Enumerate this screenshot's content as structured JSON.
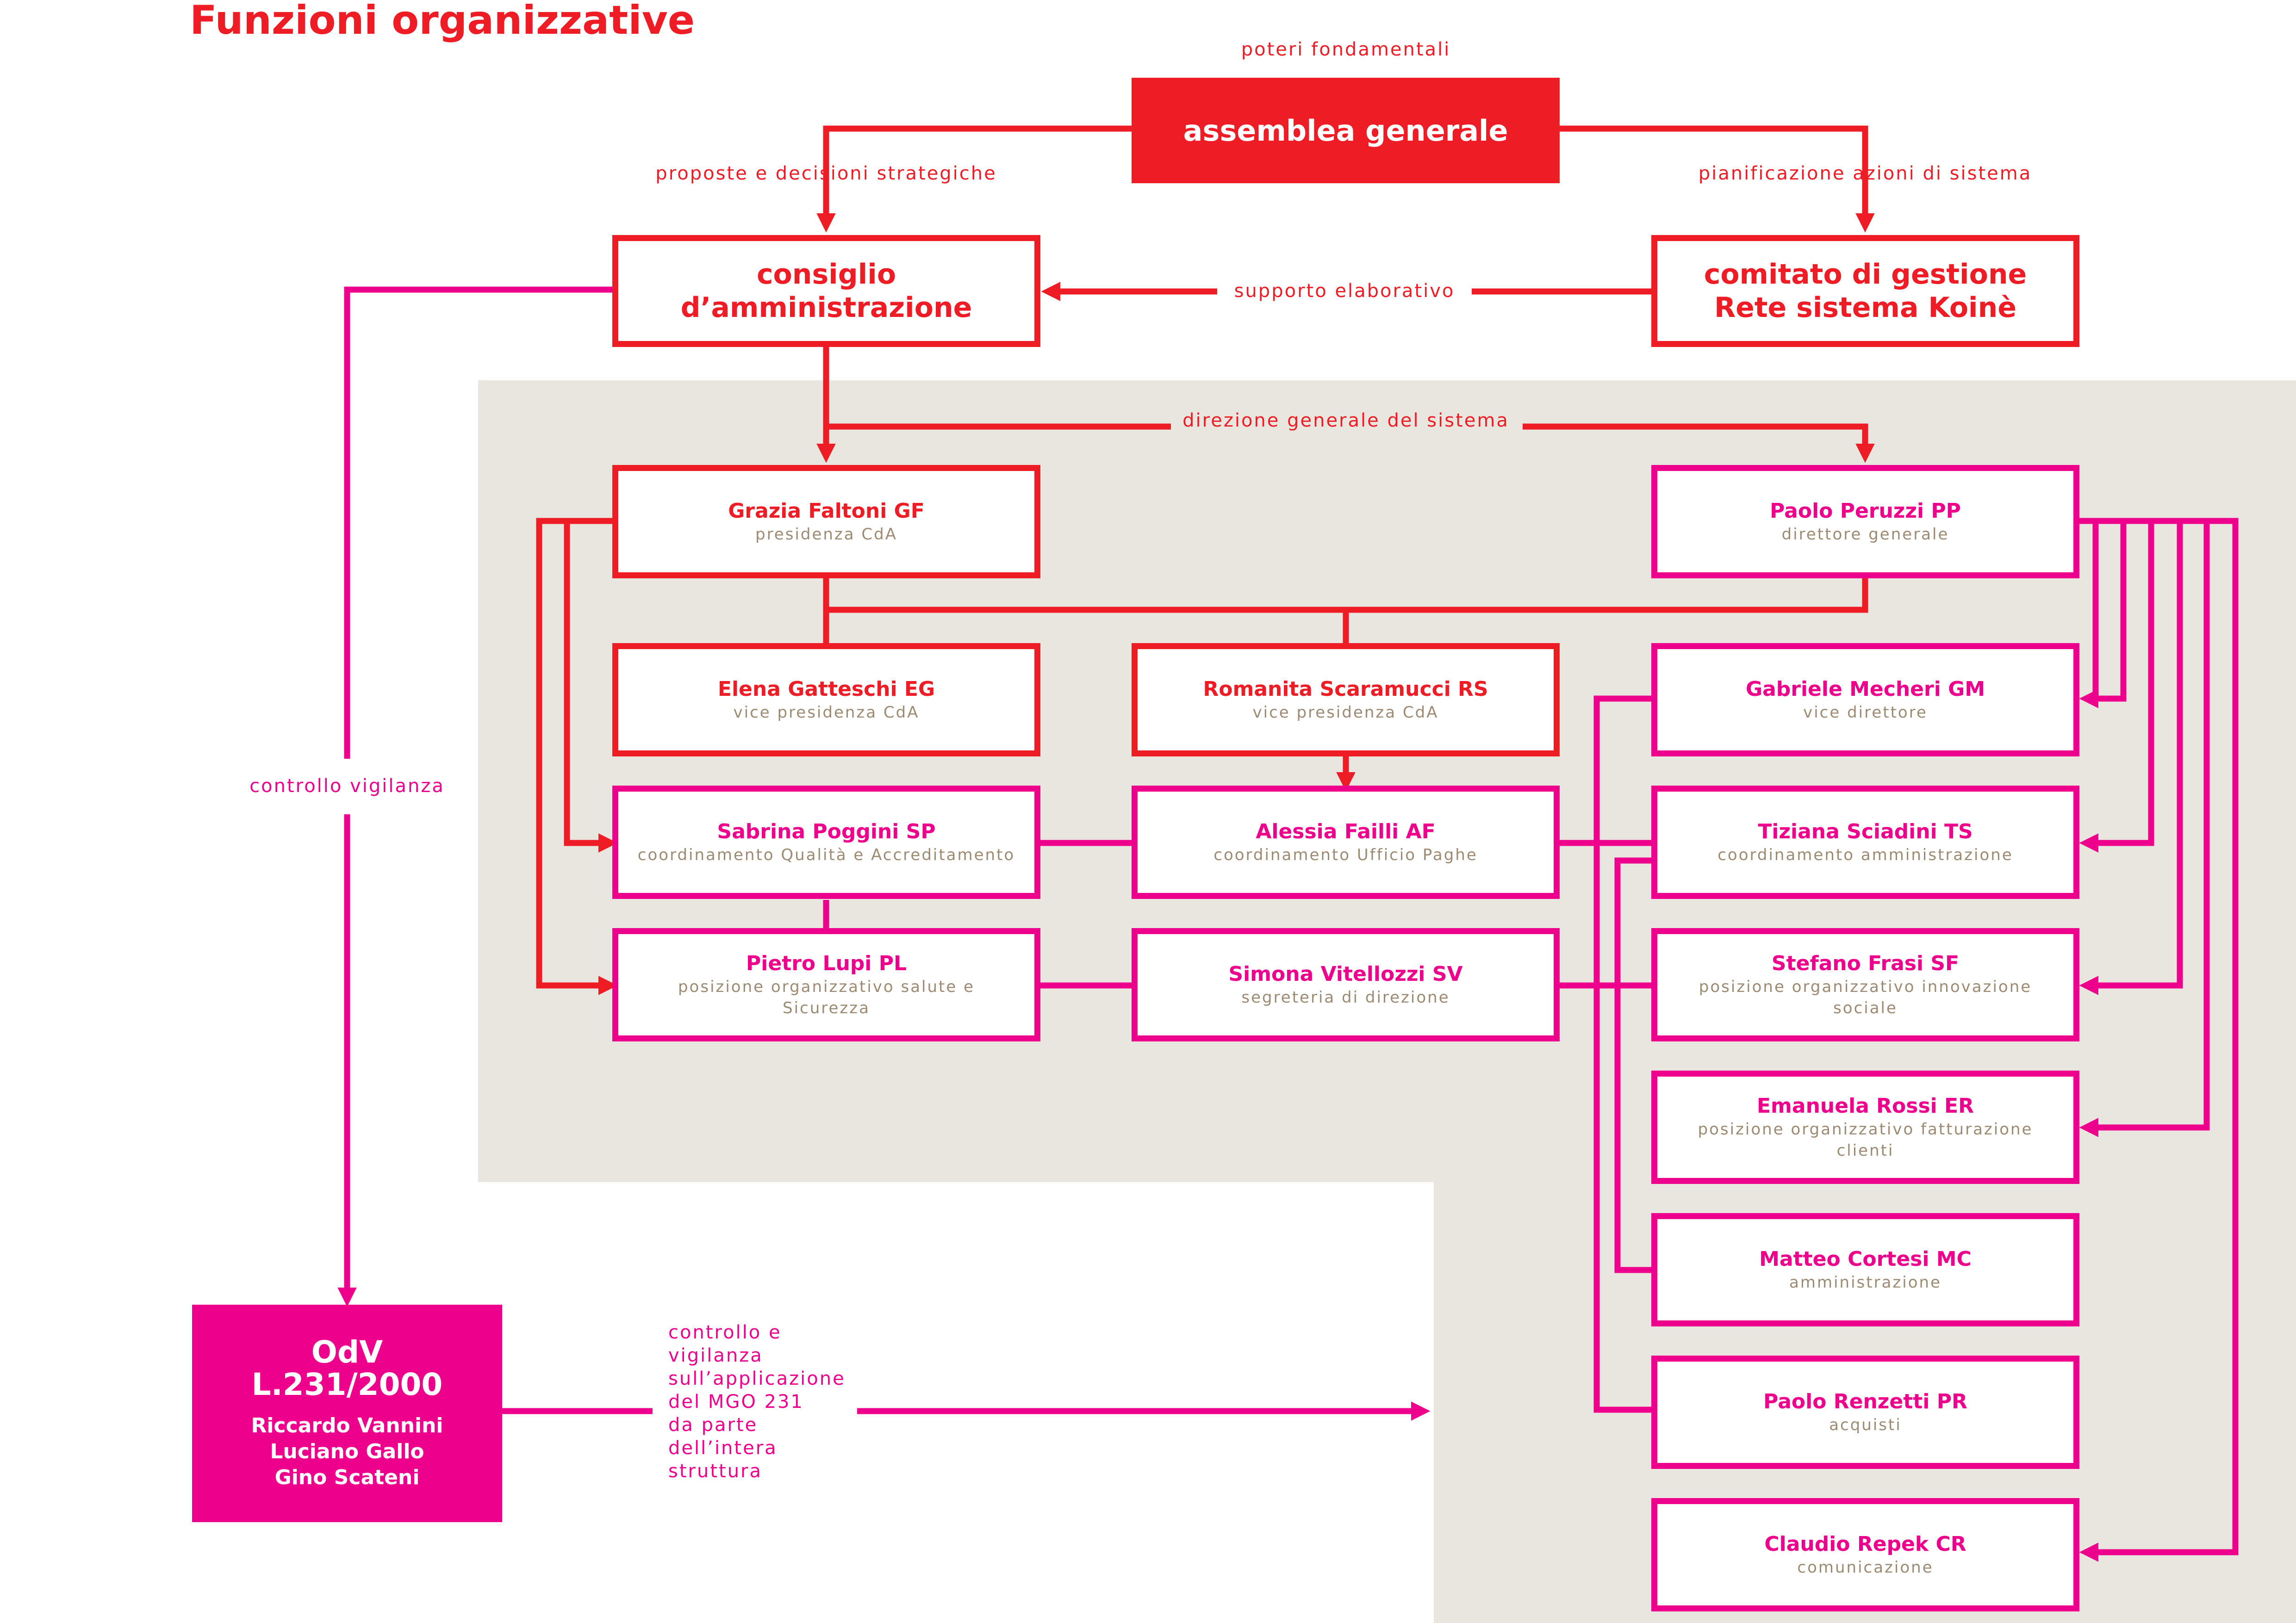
{
  "title": "Funzioni organizzative",
  "colors": {
    "red": "#ee1c25",
    "pink": "#ec008c",
    "panel": "#e8e6df",
    "role_text": "#9c8a73"
  },
  "edges": {
    "top": "poteri fondamentali",
    "left_branch": "proposte e decisioni strategiche",
    "right_branch": "pianificazione azioni di sistema",
    "support": "supporto elaborativo",
    "direction": "direzione generale del sistema",
    "control": "controllo vigilanza",
    "odv_control": "controllo e\nvigilanza\nsull’applicazione\ndel MGO 231\nda parte\ndell’intera\nstruttura"
  },
  "bodies": {
    "assembly": "assemblea generale",
    "board_line1": "consiglio",
    "board_line2": "d’amministrazione",
    "committee_line1": "comitato di gestione",
    "committee_line2": "Rete sistema Koinè"
  },
  "people": {
    "gf": {
      "name": "Grazia Faltoni GF",
      "role": "presidenza CdA"
    },
    "pp": {
      "name": "Paolo Peruzzi PP",
      "role": "direttore generale"
    },
    "eg": {
      "name": "Elena Gatteschi EG",
      "role": "vice presidenza CdA"
    },
    "rs": {
      "name": "Romanita Scaramucci RS",
      "role": "vice presidenza CdA"
    },
    "gm": {
      "name": "Gabriele Mecheri GM",
      "role": "vice direttore"
    },
    "sp": {
      "name": "Sabrina Poggini SP",
      "role": "coordinamento Qualità e Accreditamento"
    },
    "af": {
      "name": "Alessia Failli AF",
      "role": "coordinamento Ufficio Paghe"
    },
    "ts": {
      "name": "Tiziana Sciadini TS",
      "role": "coordinamento amministrazione"
    },
    "pl": {
      "name": "Pietro Lupi PL",
      "role": "posizione organizzativo salute e Sicurezza"
    },
    "sv": {
      "name": "Simona Vitellozzi SV",
      "role": "segreteria di direzione"
    },
    "sf": {
      "name": "Stefano Frasi SF",
      "role": "posizione organizzativo innovazione sociale"
    },
    "er": {
      "name": "Emanuela Rossi ER",
      "role": "posizione organizzativo fatturazione clienti"
    },
    "mc": {
      "name": "Matteo Cortesi MC",
      "role": "amministrazione"
    },
    "pr": {
      "name": "Paolo Renzetti PR",
      "role": "acquisti"
    },
    "cr": {
      "name": "Claudio Repek CR",
      "role": "comunicazione"
    }
  },
  "odv": {
    "line1": "OdV",
    "line2": "L.231/2000",
    "members": [
      "Riccardo Vannini",
      "Luciano Gallo",
      "Gino Scateni"
    ]
  }
}
